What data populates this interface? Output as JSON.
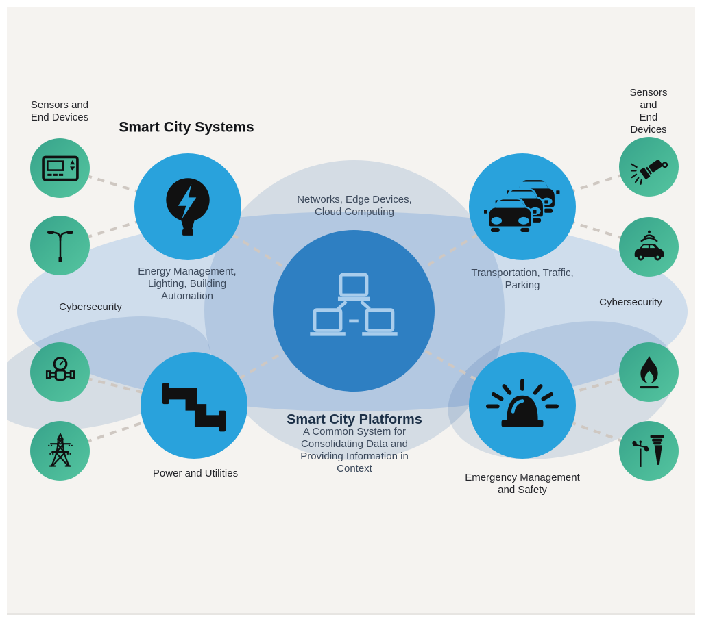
{
  "canvas": {
    "background": "#f5f3f0",
    "frame": "#ffffff"
  },
  "colors": {
    "platform_circle": "#2e7fc2",
    "system_circle": "#29a2dc",
    "sensor_circle_green": "#4abb98",
    "band_ellipse": "#cfddec",
    "overlay_ellipse": "#dde7f3",
    "connector_dash": "#cfc8c2",
    "icon_black": "#111111",
    "network_icon_stroke": "#a9cdec"
  },
  "headings": {
    "systems": "Smart City Systems",
    "platforms": "Smart City Platforms",
    "platforms_sub": "A Common System for\nConsolidating Data and\nProviding Information in\nContext"
  },
  "labels": {
    "sensors_left": "Sensors and\nEnd Devices",
    "sensors_right": "Sensors and\nEnd Devices",
    "cybersecurity_left": "Cybersecurity",
    "cybersecurity_right": "Cybersecurity",
    "networks": "Networks, Edge Devices,\nCloud Computing",
    "energy": "Energy Management,\nLighting, Building\nAutomation",
    "transportation": "Transportation, Traffic,\nParking",
    "power": "Power and Utilities",
    "emergency": "Emergency Management\nand Safety"
  },
  "icons": {
    "center": "network-computers-icon",
    "energy": "lightbulb-bolt-icon",
    "transportation": "traffic-cars-icon",
    "power": "pipes-icon",
    "emergency": "siren-icon",
    "sensors_left": [
      "thermostat-icon",
      "street-light-icon",
      "water-meter-icon",
      "power-tower-icon"
    ],
    "sensors_right": [
      "flashlight-icon",
      "connected-car-icon",
      "flame-icon",
      "wind-sensor-icon"
    ]
  }
}
